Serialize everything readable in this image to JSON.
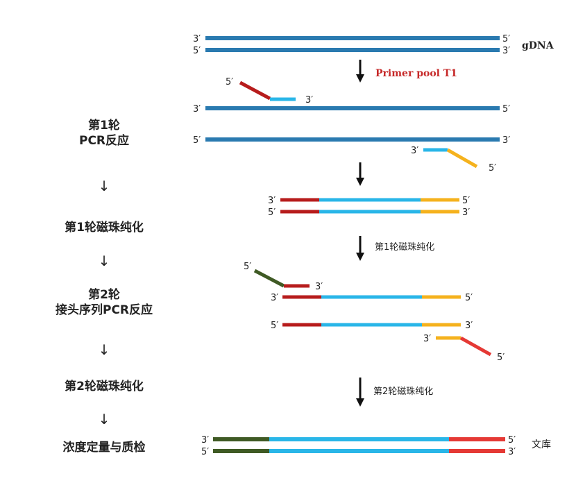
{
  "steps": [
    {
      "lines": [
        "第1轮",
        "PCR反应"
      ]
    },
    {
      "lines": [
        "第1轮磁珠纯化"
      ]
    },
    {
      "lines": [
        "第2轮",
        "接头序列PCR反应"
      ]
    },
    {
      "lines": [
        "第2轮磁珠纯化"
      ]
    },
    {
      "lines": [
        "浓度定量与质检"
      ]
    }
  ],
  "step_arrow_glyph": "↓",
  "end_labels": {
    "five": "5′",
    "three": "3′"
  },
  "labels": {
    "gdna": "gDNA",
    "primer_pool": "Primer pool T1",
    "purify1": "第1轮磁珠纯化",
    "purify2": "第2轮磁珠纯化",
    "library": "文库"
  },
  "colors": {
    "gdna": "#2a7ab0",
    "insert": "#29b6e8",
    "primer_f_tail": "#b71c1c",
    "primer_r_tail": "#f5b21d",
    "adapter_green": "#3f5a24",
    "adapter_red": "#e53935",
    "primer_label": "#c62828",
    "text": "#222222"
  }
}
